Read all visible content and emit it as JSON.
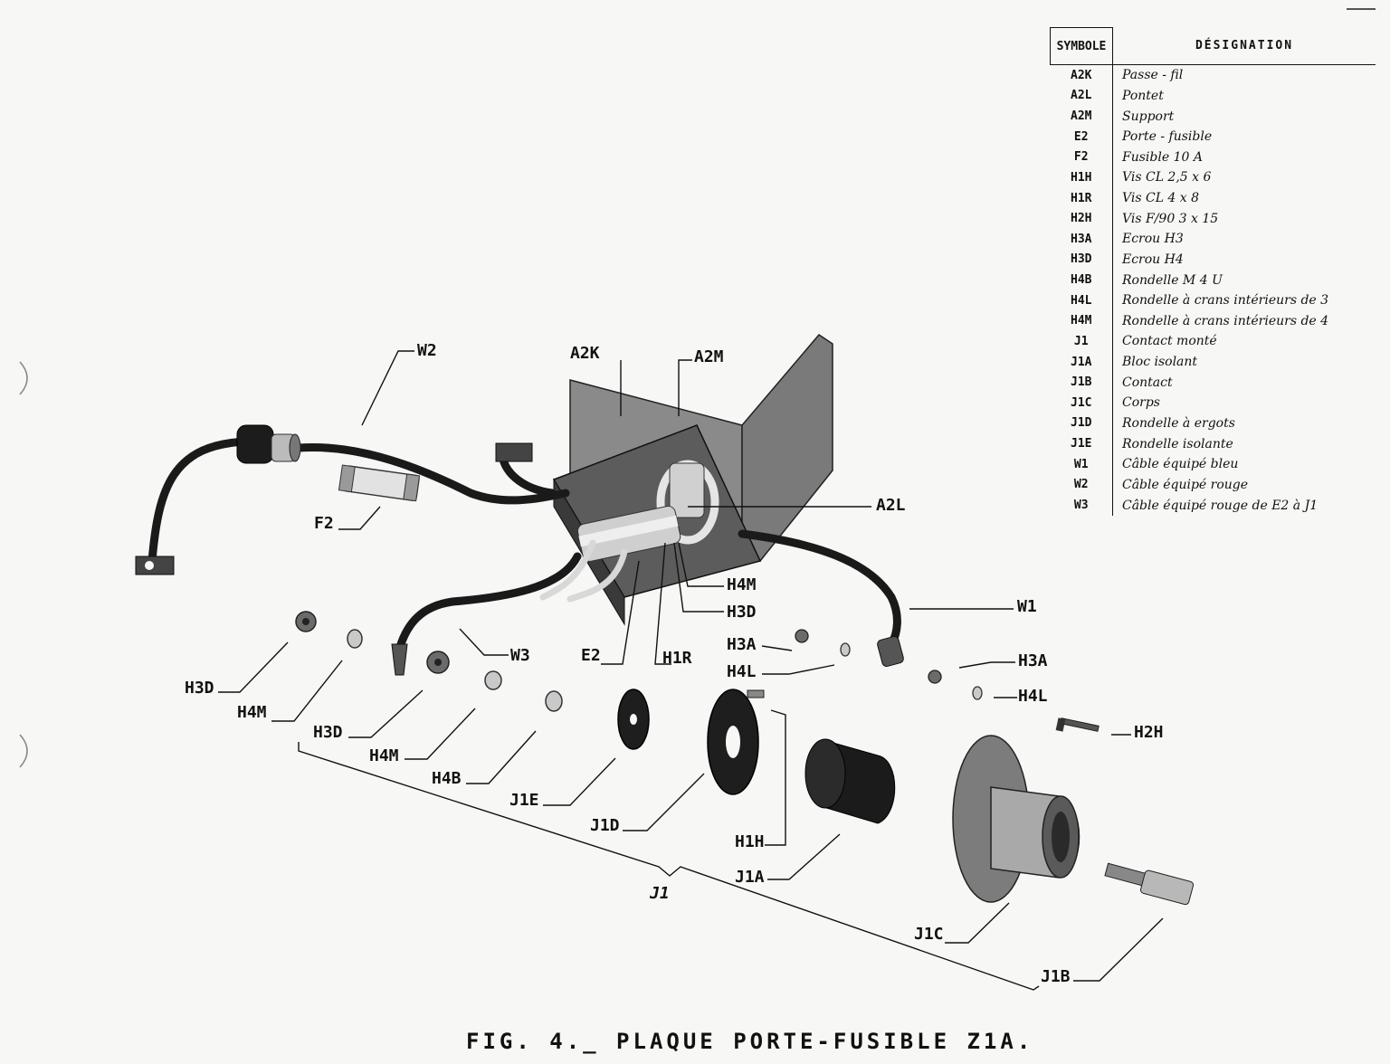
{
  "legend": {
    "header_symbol": "SYMBOLE",
    "header_designation": "DÉSIGNATION",
    "rows": [
      {
        "symbol": "A2K",
        "designation": "Passe - fil"
      },
      {
        "symbol": "A2L",
        "designation": "Pontet"
      },
      {
        "symbol": "A2M",
        "designation": "Support"
      },
      {
        "symbol": "E2",
        "designation": "Porte - fusible"
      },
      {
        "symbol": "F2",
        "designation": "Fusible 10 A"
      },
      {
        "symbol": "H1H",
        "designation": "Vis CL 2,5 x 6"
      },
      {
        "symbol": "H1R",
        "designation": "Vis CL 4 x 8"
      },
      {
        "symbol": "H2H",
        "designation": "Vis F/90 3 x 15"
      },
      {
        "symbol": "H3A",
        "designation": "Ecrou H3"
      },
      {
        "symbol": "H3D",
        "designation": "Ecrou H4"
      },
      {
        "symbol": "H4B",
        "designation": "Rondelle M 4 U"
      },
      {
        "symbol": "H4L",
        "designation": "Rondelle à crans intérieurs de 3"
      },
      {
        "symbol": "H4M",
        "designation": "Rondelle à crans intérieurs de 4"
      },
      {
        "symbol": "J1",
        "designation": "Contact monté"
      },
      {
        "symbol": "J1A",
        "designation": "Bloc isolant"
      },
      {
        "symbol": "J1B",
        "designation": "Contact"
      },
      {
        "symbol": "J1C",
        "designation": "Corps"
      },
      {
        "symbol": "J1D",
        "designation": "Rondelle à ergots"
      },
      {
        "symbol": "J1E",
        "designation": "Rondelle isolante"
      },
      {
        "symbol": "W1",
        "designation": "Câble équipé bleu"
      },
      {
        "symbol": "W2",
        "designation": "Câble équipé rouge"
      },
      {
        "symbol": "W3",
        "designation": "Câble équipé rouge de E2 à J1"
      }
    ]
  },
  "labels": {
    "W2": "W2",
    "A2K": "A2K",
    "A2M": "A2M",
    "A2L": "A2L",
    "F2": "F2",
    "H4M_top": "H4M",
    "H3D_top": "H3D",
    "W1": "W1",
    "H3D_left": "H3D",
    "H4M_left": "H4M",
    "W3": "W3",
    "E2": "E2",
    "H1R": "H1R",
    "H3A_mid": "H3A",
    "H4L_mid": "H4L",
    "H3A_right": "H3A",
    "H4L_right": "H4L",
    "H2H": "H2H",
    "H3D_low": "H3D",
    "H4M_low": "H4M",
    "H4B": "H4B",
    "J1E": "J1E",
    "J1D": "J1D",
    "H1H": "H1H",
    "J1A": "J1A",
    "J1": "J1",
    "J1C": "J1C",
    "J1B": "J1B"
  },
  "caption": "FIG. 4._ PLAQUE PORTE-FUSIBLE Z1A."
}
